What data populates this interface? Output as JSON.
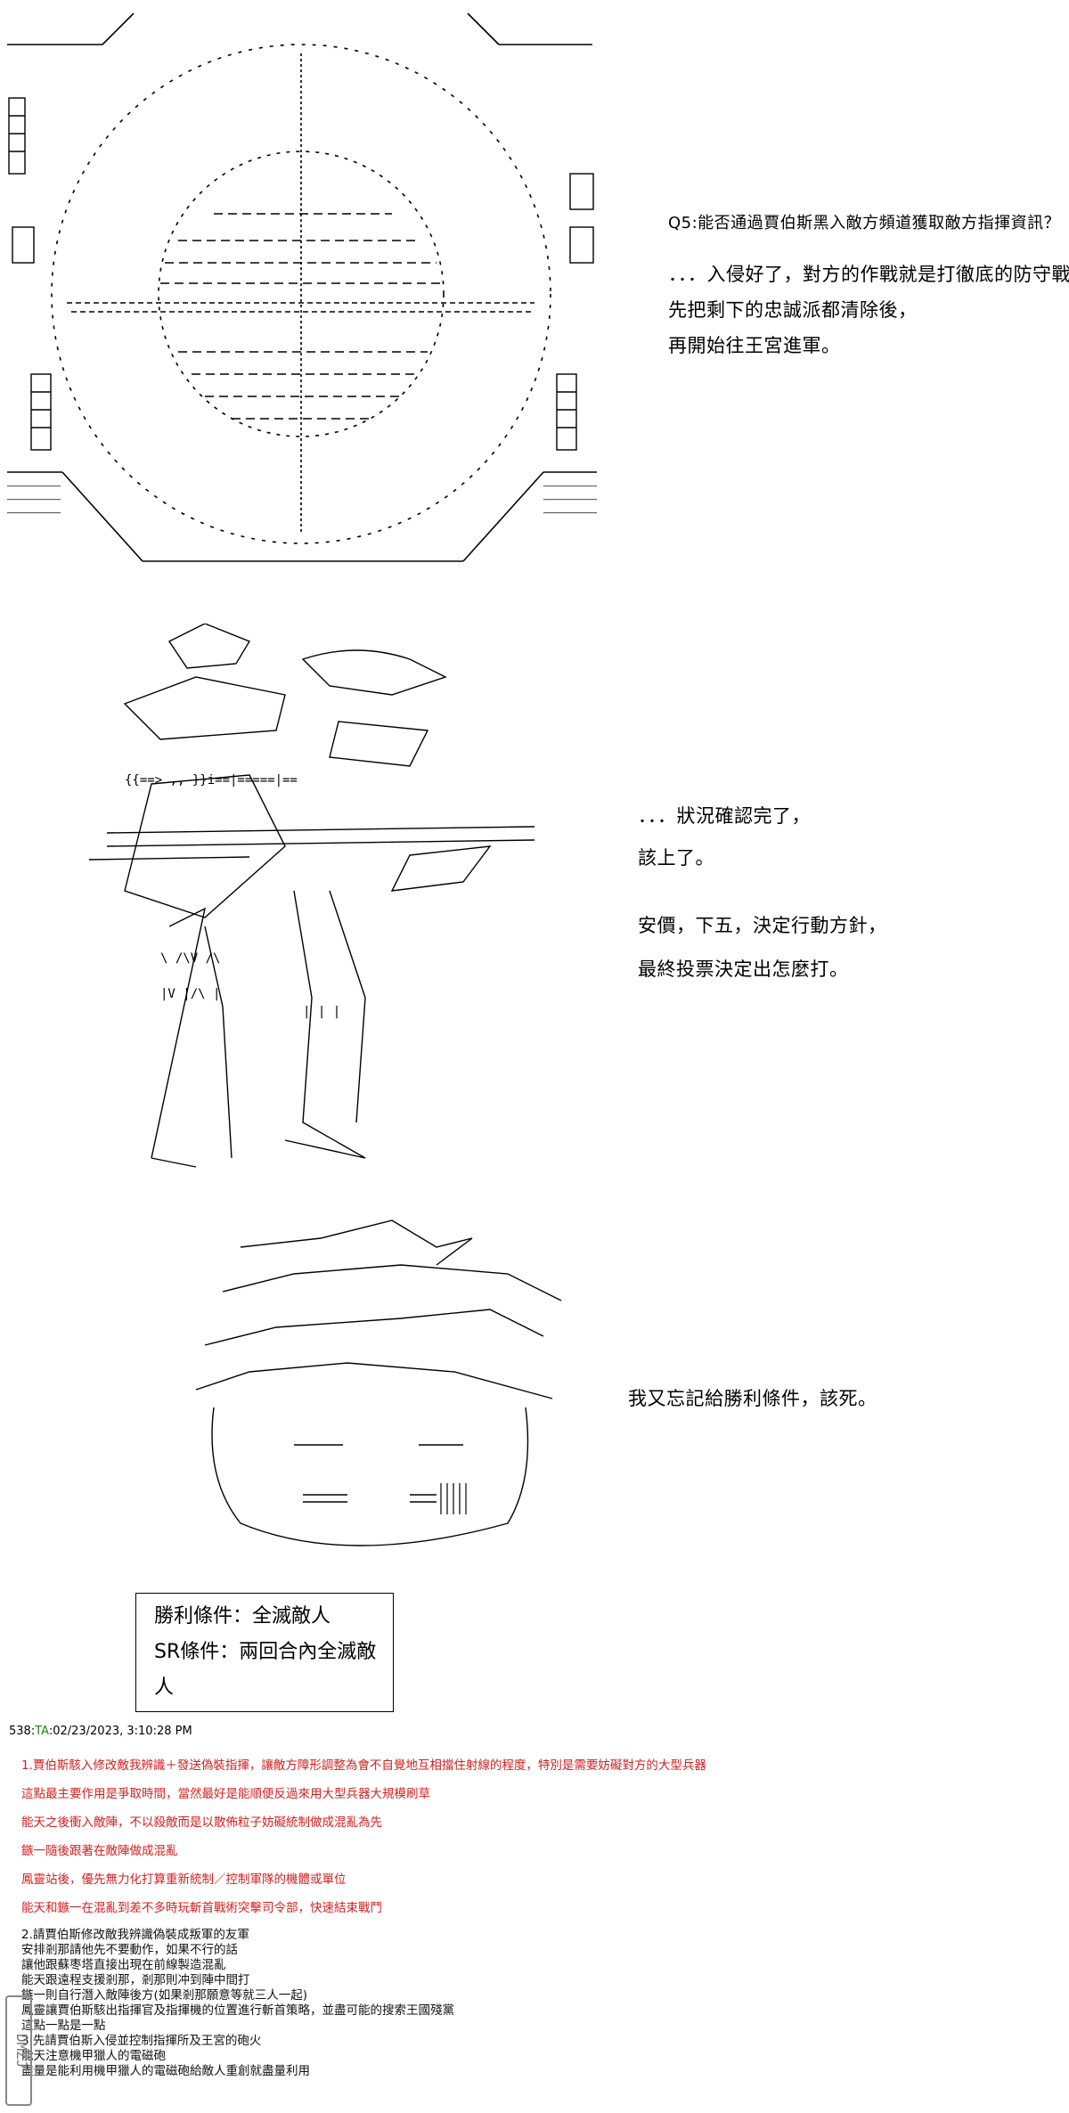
{
  "scene1": {
    "q5": "Q5:能否通過賈伯斯黑入敵方頻道獲取敵方指揮資訊？",
    "lines": [
      "．．．入侵好了，對方的作戰就是打徹底的防守戰，",
      "先把剩下的忠誠派都清除後，",
      "再開始往王宮進軍。"
    ]
  },
  "scene2": {
    "lines": [
      "．．．狀況確認完了，",
      "該上了。",
      "安價，下五，決定行動方針，",
      "最終投票決定出怎麼打。"
    ]
  },
  "scene3": {
    "line": "我又忘記給勝利條件，該死。"
  },
  "conditions": {
    "win": "勝利條件：全滅敵人",
    "sr": "SR條件：兩回合內全滅敵人"
  },
  "post": {
    "number": "538:",
    "name": "TA",
    "date": ":02/23/2023, 3:10:28 PM",
    "red_lines": [
      "1.賈伯斯駭入修改敵我辨識＋發送偽裝指揮，讓敵方障形調整為會不自覺地互相擋住射線的程度，特別是需要妨礙對方的大型兵器",
      "這點最主要作用是爭取時間，當然最好是能順便反過來用大型兵器大規模刷草",
      "能天之後衝入敵陣，不以殺敵而是以散佈粒子妨礙統制做成混亂為先",
      "鏃一隨後跟著在敵陣做成混亂",
      "鳳靈站後，優先無力化打算重新統制／控制軍隊的機體或單位",
      "能天和鏃一在混亂到差不多時玩斬首戰術突擊司令部，快速結束戰鬥"
    ],
    "black_lines": [
      "2.請賈伯斯修改敵我辨識偽裝成叛軍的友軍",
      "安排剎那請他先不要動作，如果不行的話",
      "讓他跟蘇枣塔直接出現在前線製造混亂",
      "能天跟遠程支援剎那，剎那則冲到陣中間打",
      "鏃一則自行潛入敵陣後方(如果剎那願意等就三人一起)",
      "鳳靈讓賈伯斯駭出指揮官及指揮機的位置進行斬首策略，並盡可能的搜索王國殘黨",
      "這點一點是一點",
      "3.先請賈伯斯入侵並控制指揮所及王宮的砲火",
      "能天注意機甲獵人的電磁砲",
      "盡量是能利用機甲獵人的電磁砲給敵人重創就盡量利用"
    ]
  },
  "watermark": "DMZJ"
}
